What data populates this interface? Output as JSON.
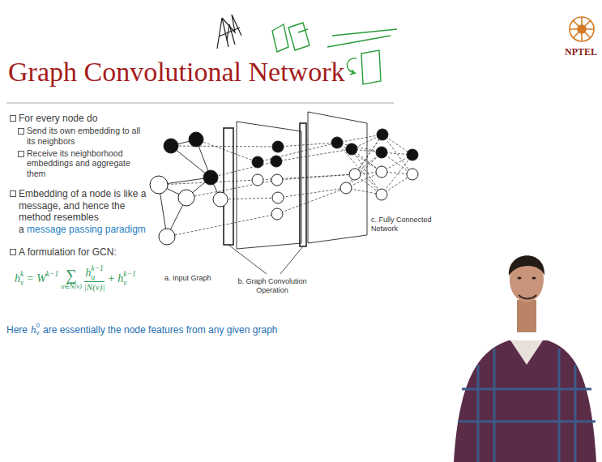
{
  "diagram": {
    "title": "Graph Convolutional Network",
    "labels": [
      "NPTEL",
      "For every node do",
      "Send its own embedding to all its neighbors",
      "Receive its neighborhood embeddings and aggregate them",
      "Embedding of a node is like a message, and hence the method resembles a",
      "message passing paradigm",
      "A formulation for GCN:",
      "h",
      "v",
      "k",
      "=",
      "W",
      "k−1",
      "∑",
      "u∈N(v)",
      "h",
      "u",
      "k−1",
      "|N(v)|",
      "+",
      "h",
      "v",
      "k−1",
      "Here",
      "h",
      "v",
      "0",
      "are essentially the node features from any given graph",
      "a. Input Graph",
      "b. Graph Convolution Operation",
      "c. Fully Connected Network"
    ]
  }
}
